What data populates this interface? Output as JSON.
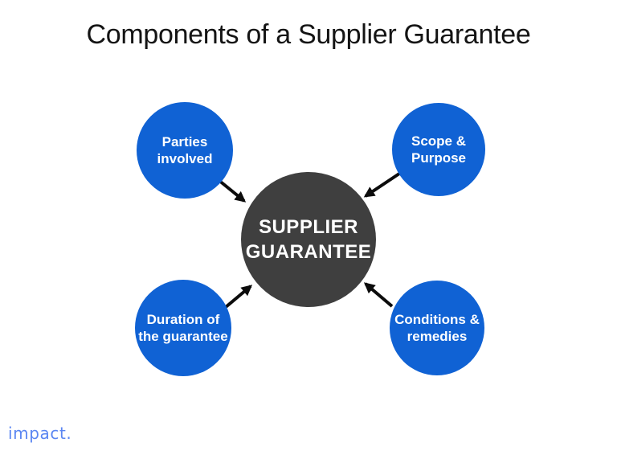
{
  "title": "Components of a Supplier Guarantee",
  "logo_text": "impact.",
  "colors": {
    "node_blue": "#1062d4",
    "center_dark": "#3f3f3f",
    "node_text": "#ffffff",
    "arrow_black": "#0c0c0c",
    "title_color": "#141414",
    "logo_blue": "#5b86f2",
    "background": "#ffffff"
  },
  "diagram": {
    "center": {
      "lines": [
        "SUPPLIER",
        "GUARANTEE"
      ]
    },
    "nodes": [
      {
        "id": "parties-involved",
        "position": "top-left",
        "lines": [
          "Parties",
          "involved"
        ]
      },
      {
        "id": "scope-purpose",
        "position": "top-right",
        "lines": [
          "Scope &",
          "Purpose"
        ]
      },
      {
        "id": "duration-of-guarantee",
        "position": "bottom-left",
        "lines": [
          "Duration of",
          "the guarantee"
        ]
      },
      {
        "id": "conditions-remedies",
        "position": "bottom-right",
        "lines": [
          "Conditions &",
          "remedies"
        ]
      }
    ],
    "arrows": [
      {
        "from": "parties-involved",
        "to": "center"
      },
      {
        "from": "scope-purpose",
        "to": "center"
      },
      {
        "from": "duration-of-guarantee",
        "to": "center"
      },
      {
        "from": "conditions-remedies",
        "to": "center"
      }
    ]
  }
}
